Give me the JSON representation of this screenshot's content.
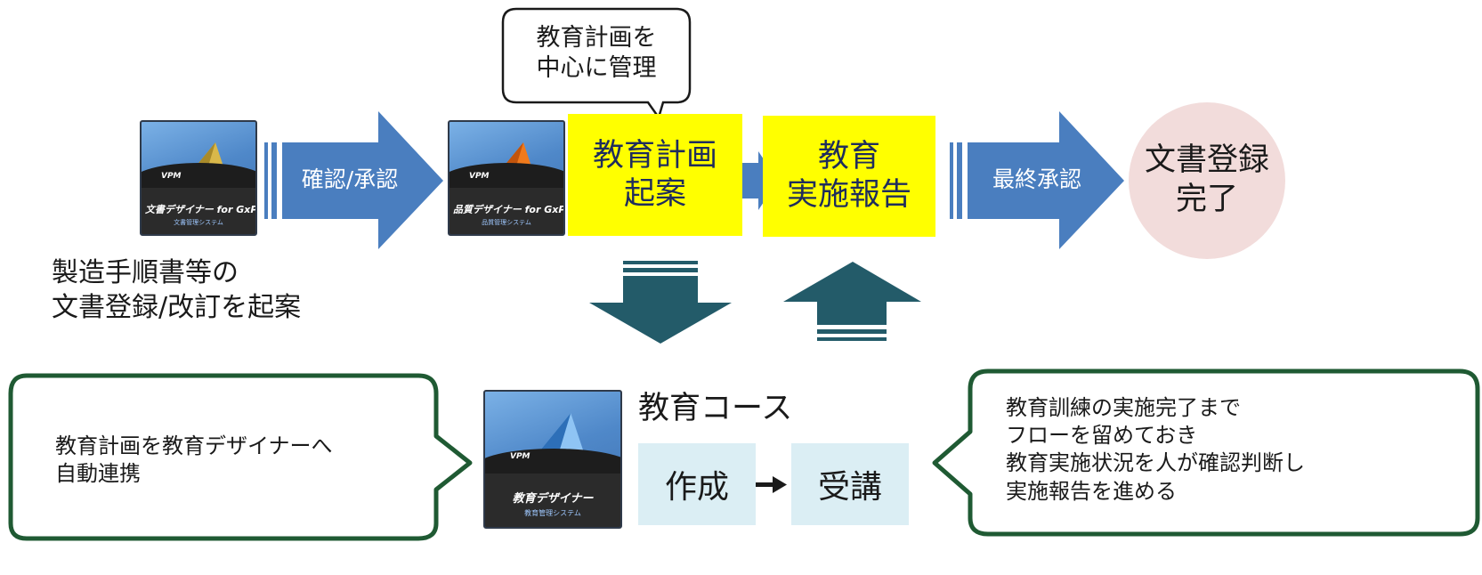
{
  "speech_top": "教育計画を\n中心に管理",
  "steps": {
    "arrow1_label": "確認/承認",
    "yellow1": "教育計画\n起案",
    "yellow2": "教育\n実施報告",
    "arrow3_label": "最終承認",
    "circle": "文書登録\n完了"
  },
  "left_caption": "製造手順書等の\n文書登録/改訂を起案",
  "tiles": {
    "doc": {
      "name": "文書デザイナー for GxP",
      "sub": "文書管理システム",
      "vpm": "VPM"
    },
    "quality": {
      "name": "品質デザイナー for GxP",
      "sub": "品質管理システム",
      "vpm": "VPM"
    },
    "edu": {
      "name": "教育デザイナー",
      "sub": "教育管理システム",
      "vpm": "VPM"
    }
  },
  "course": {
    "title": "教育コース",
    "create": "作成",
    "attend": "受講"
  },
  "callout_left": "教育計画を教育デザイナーへ\n自動連携",
  "callout_right": "教育訓練の実施完了まで\nフローを留めておき\n教育実施状況を人が確認判断し\n実施報告を進める",
  "colors": {
    "arrow_blue": "#4a7ebf",
    "arrow_teal": "#235b69",
    "yellow": "#ffff00",
    "circle": "#f2dcdb",
    "callout_border": "#1f5a33"
  }
}
